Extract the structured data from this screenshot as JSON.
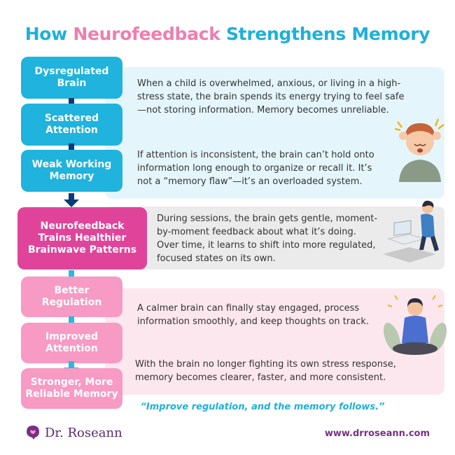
{
  "title": {
    "prefix": "How ",
    "highlight": "Neurofeedback",
    "suffix": " Strengthens Memory"
  },
  "steps": [
    {
      "label_lines": [
        "Dysregulated",
        "Brain"
      ]
    },
    {
      "label_lines": [
        "Scattered",
        "Attention"
      ]
    },
    {
      "label_lines": [
        "Weak Working",
        "Memory"
      ]
    },
    {
      "label_lines": [
        "Neurofeedback",
        "Trains Healthier",
        "Brainwave Patterns"
      ]
    },
    {
      "label_lines": [
        "Better",
        "Regulation"
      ]
    },
    {
      "label_lines": [
        "Improved",
        "Attention"
      ]
    },
    {
      "label_lines": [
        "Stronger, More",
        "Reliable Memory"
      ]
    }
  ],
  "descriptions": [
    {
      "lines": [
        "When a child is overwhelmed, anxious, or living in a high-",
        "stress state, the brain spends its energy trying to feel safe",
        "—not storing information. Memory becomes unreliable."
      ]
    },
    {
      "lines": [
        "If attention is inconsistent, the brain can’t hold onto",
        "information long enough to organize or recall it. It’s",
        "not a “memory flaw”—it’s an overloaded system."
      ]
    },
    {
      "lines": [
        "During sessions, the brain gets gentle, moment-",
        "by-moment feedback about what it’s doing.",
        "Over time, it learns to shift into more regulated,",
        "focused states on its own."
      ]
    },
    {
      "lines": [
        "A calmer brain can finally stay engaged, process",
        "information smoothly, and keep thoughts on track."
      ]
    },
    {
      "lines": [
        "With the brain no longer fighting its own stress response,",
        "memory becomes clearer, faster, and more consistent."
      ]
    }
  ],
  "quote": "“Improve regulation, and the memory follows.”",
  "brand": "Dr. Roseann",
  "url": "www.drroseann.com",
  "colors": {
    "blue": "#1fb3dd",
    "magenta": "#e0449a",
    "pink": "#f79ac4",
    "brand_purple": "#7a2f86"
  }
}
